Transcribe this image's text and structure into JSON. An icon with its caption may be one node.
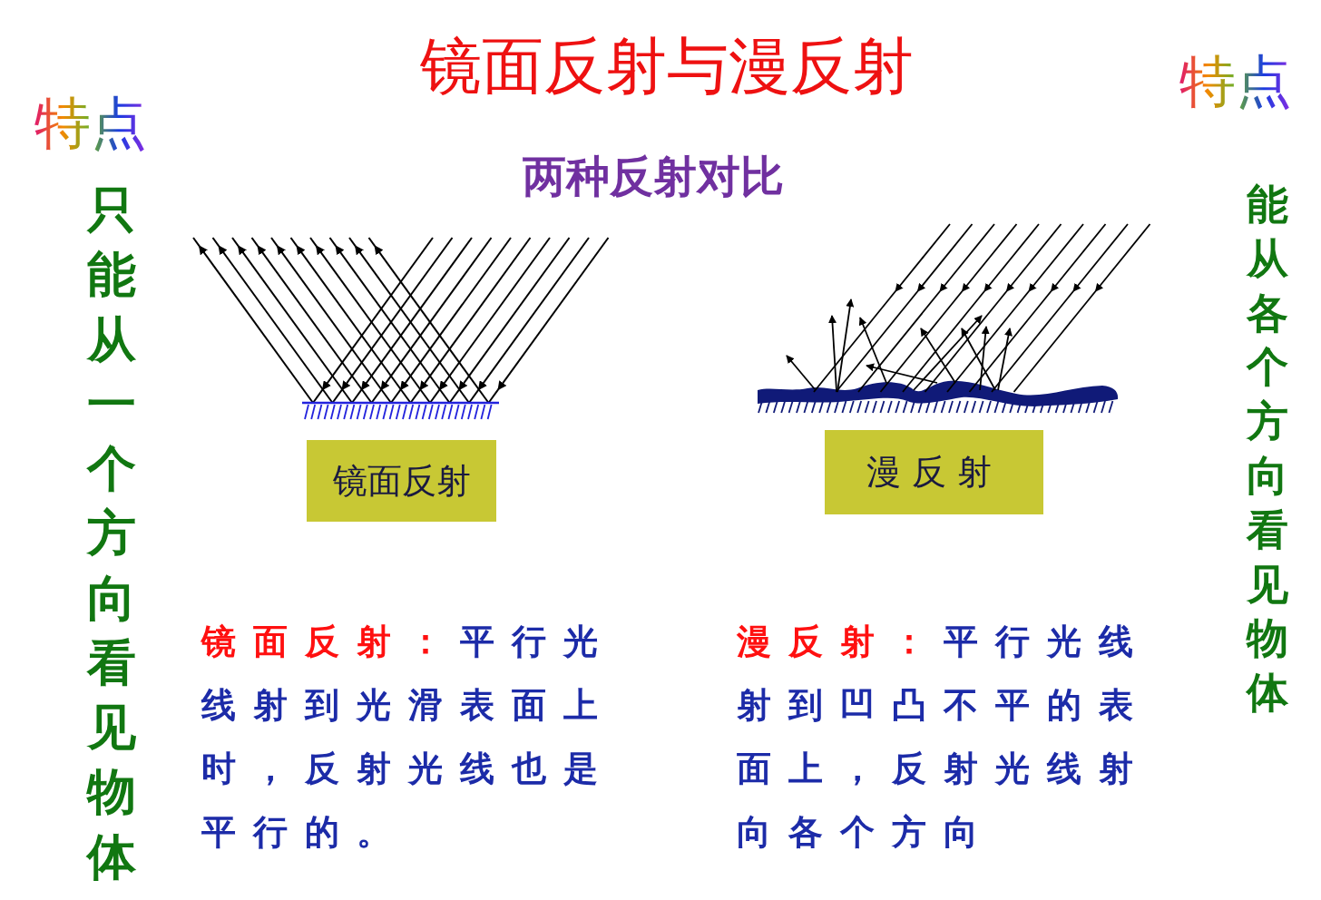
{
  "diagram": {
    "title": "镜面反射与漫反射",
    "nodes": [
      {
        "text": [
          "镜面反射"
        ]
      },
      {
        "text": [
          "漫反射"
        ]
      }
    ],
    "labels": [
      "特点",
      "特点",
      "两种反射对比",
      "只能从一个方向看见物体",
      "能从各个方向看见物体",
      "镜面反射：",
      "平行光线射到光滑表面上时，反射光线也是平行的。",
      "漫反射：",
      "平行光线射到凹凸不平的表面上，反射光线射向各个方向"
    ]
  }
}
